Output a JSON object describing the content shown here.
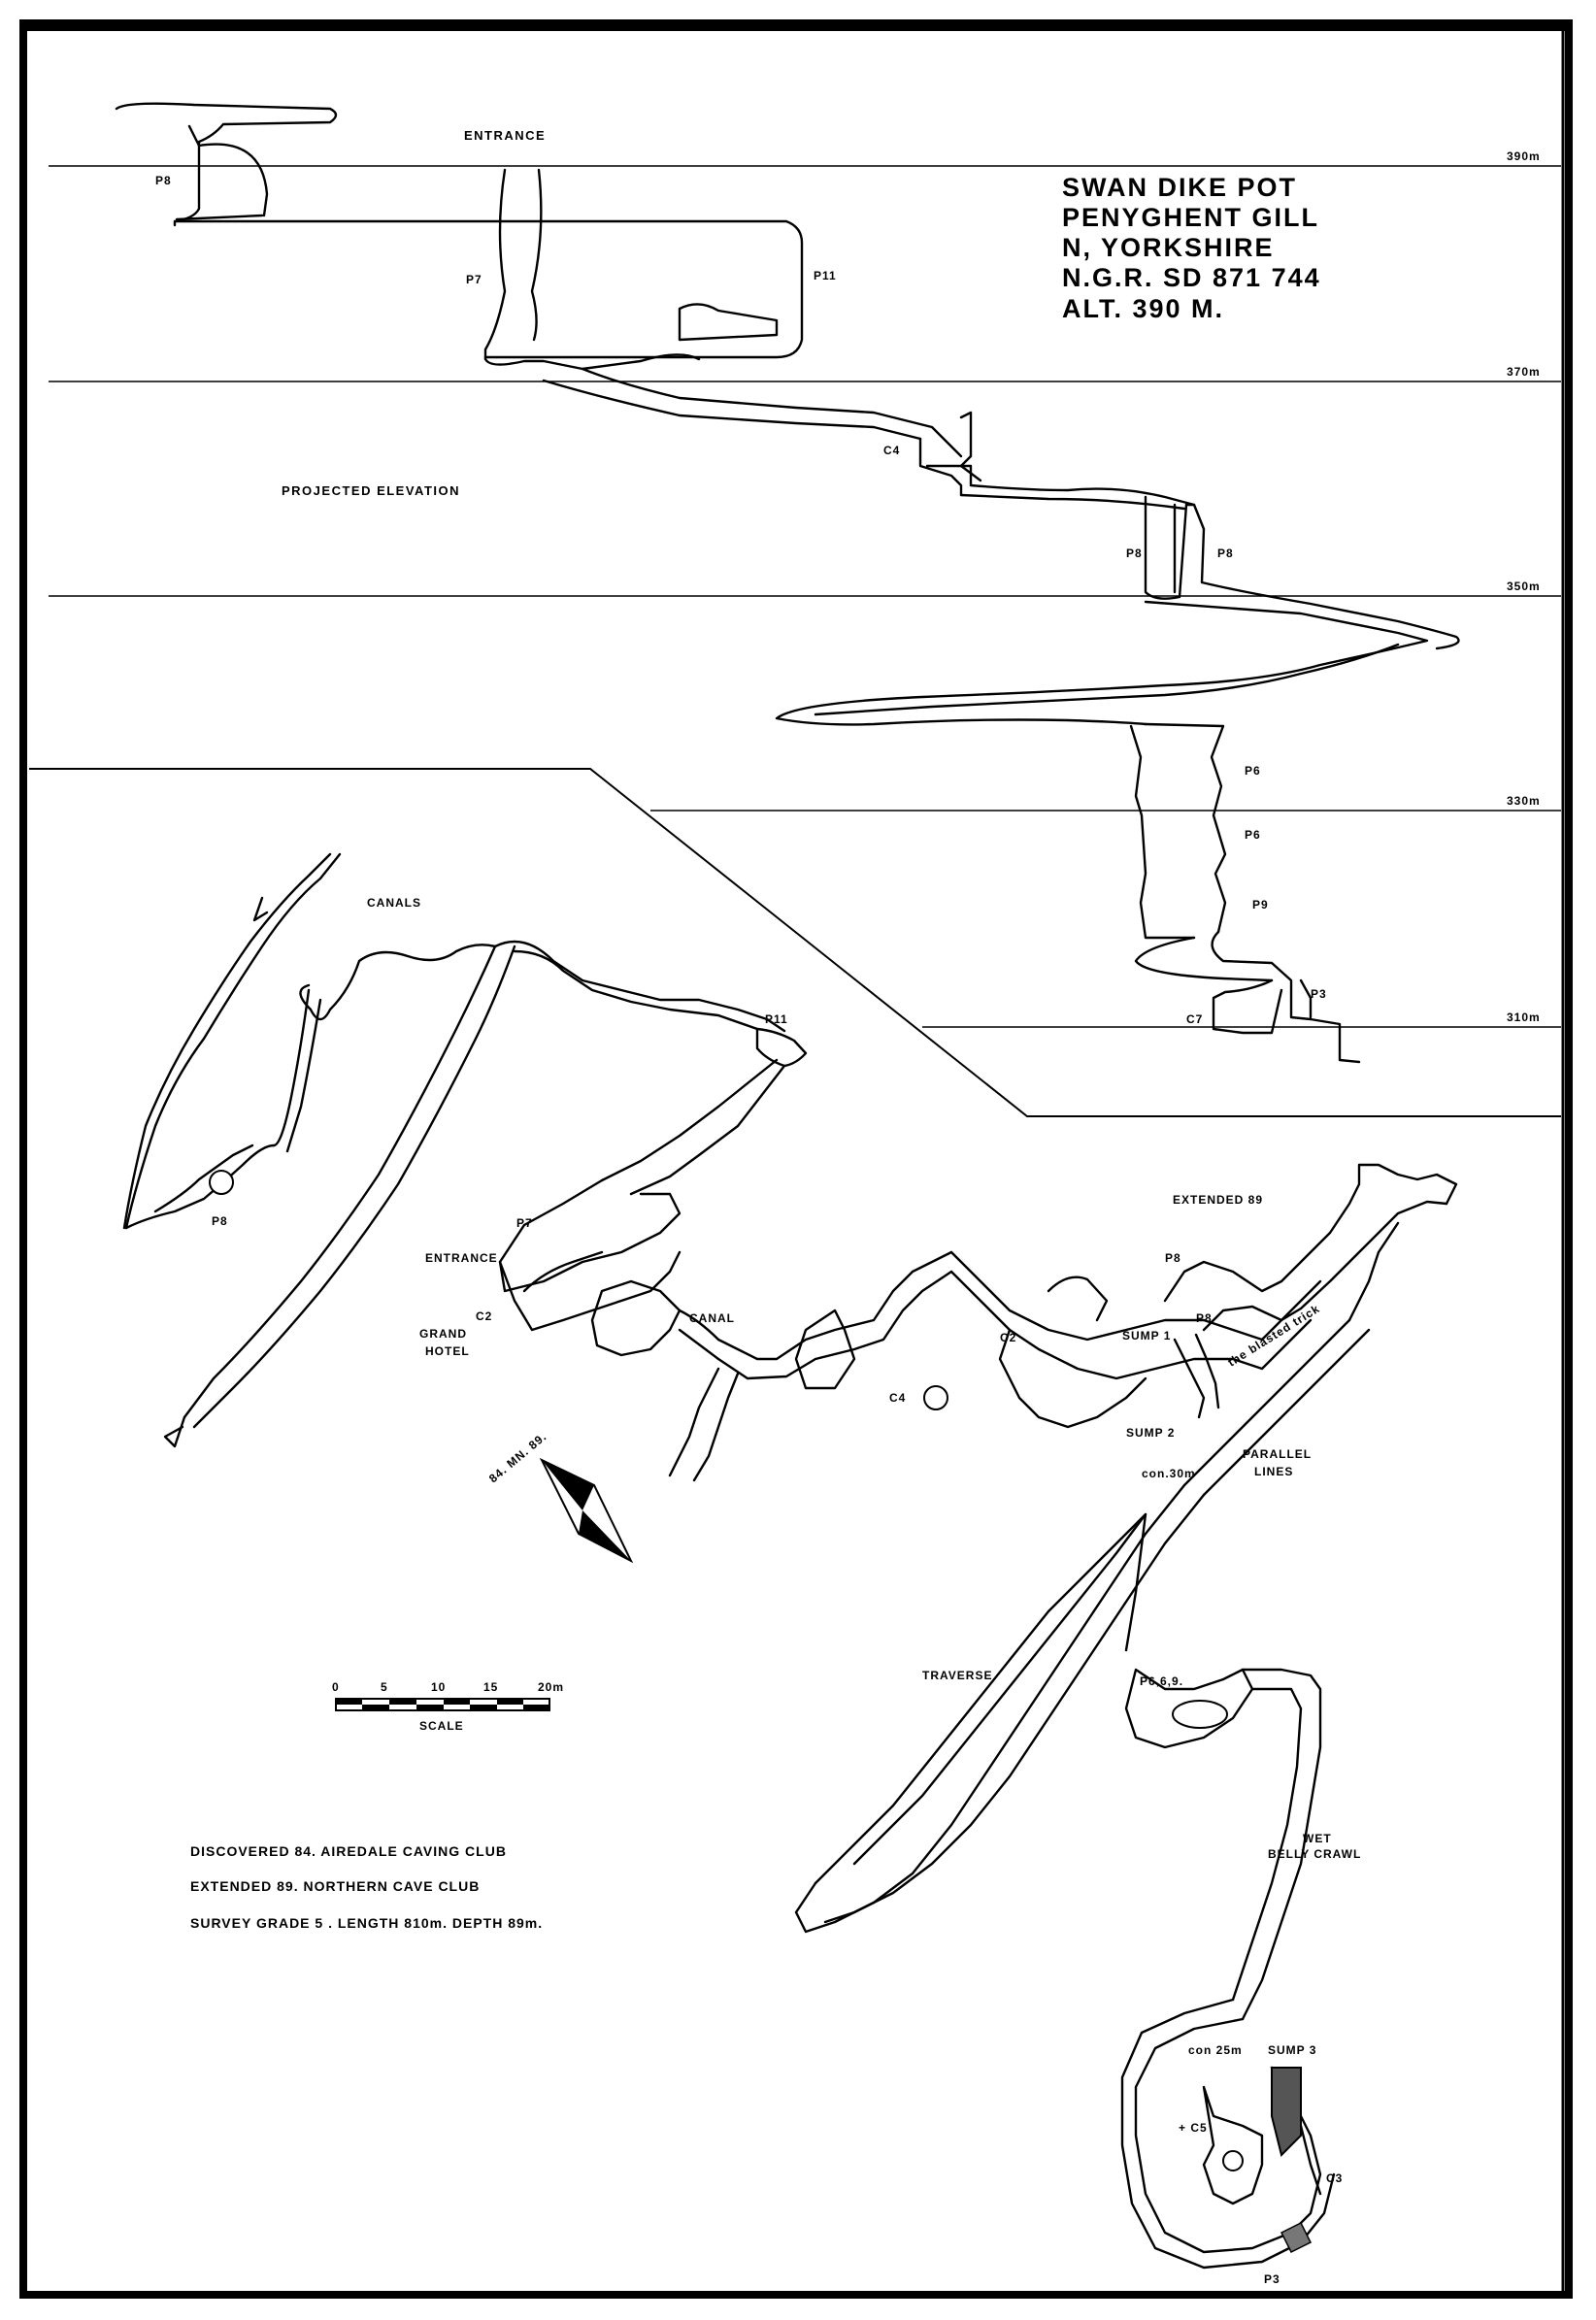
{
  "title": {
    "lines": [
      "SWAN DIKE POT",
      "PENYGHENT GILL",
      "N, YORKSHIRE",
      "N.G.R. SD 871 744",
      "ALT. 390 M."
    ]
  },
  "elevation": {
    "heading": "PROJECTED ELEVATION",
    "entrance_label": "ENTRANCE",
    "levels": [
      "390m",
      "370m",
      "350m",
      "330m",
      "310m"
    ],
    "pitch_labels": [
      "P8",
      "P7",
      "P11",
      "C4",
      "P8",
      "P8",
      "P6",
      "P6",
      "P9",
      "P3",
      "C7"
    ]
  },
  "plan": {
    "labels": {
      "canals": "CANALS",
      "p11": "P11",
      "p8_left": "P8",
      "p7": "P7",
      "entrance": "ENTRANCE",
      "c2_left": "C2",
      "grand_hotel_1": "GRAND",
      "grand_hotel_2": "HOTEL",
      "canal": "CANAL",
      "c4": "C4",
      "c2_right": "C2",
      "extended_89": "EXTENDED 89",
      "p8_a": "P8",
      "p8_b": "P8",
      "sump1": "SUMP 1",
      "blasted_trick": "the blasted trick",
      "sump2": "SUMP 2",
      "con30": "con.30m",
      "parallel_1": "PARALLEL",
      "parallel_2": "LINES",
      "traverse": "TRAVERSE",
      "p669": "P6,6,9.",
      "wet_1": "WET",
      "wet_2": "BELLY CRAWL",
      "con25": "con 25m",
      "sump3": "SUMP 3",
      "c5": "+ C5",
      "c3": "C3",
      "p3": "P3"
    },
    "north_label": "84. MN. 89."
  },
  "scale": {
    "ticks": [
      "0",
      "5",
      "10",
      "15",
      "20m"
    ],
    "label": "SCALE"
  },
  "credits": [
    "DISCOVERED 84. AIREDALE CAVING CLUB",
    "EXTENDED 89. NORTHERN CAVE CLUB",
    "SURVEY GRADE 5 . LENGTH 810m. DEPTH 89m."
  ],
  "colors": {
    "ink": "#000000",
    "paper": "#ffffff"
  }
}
